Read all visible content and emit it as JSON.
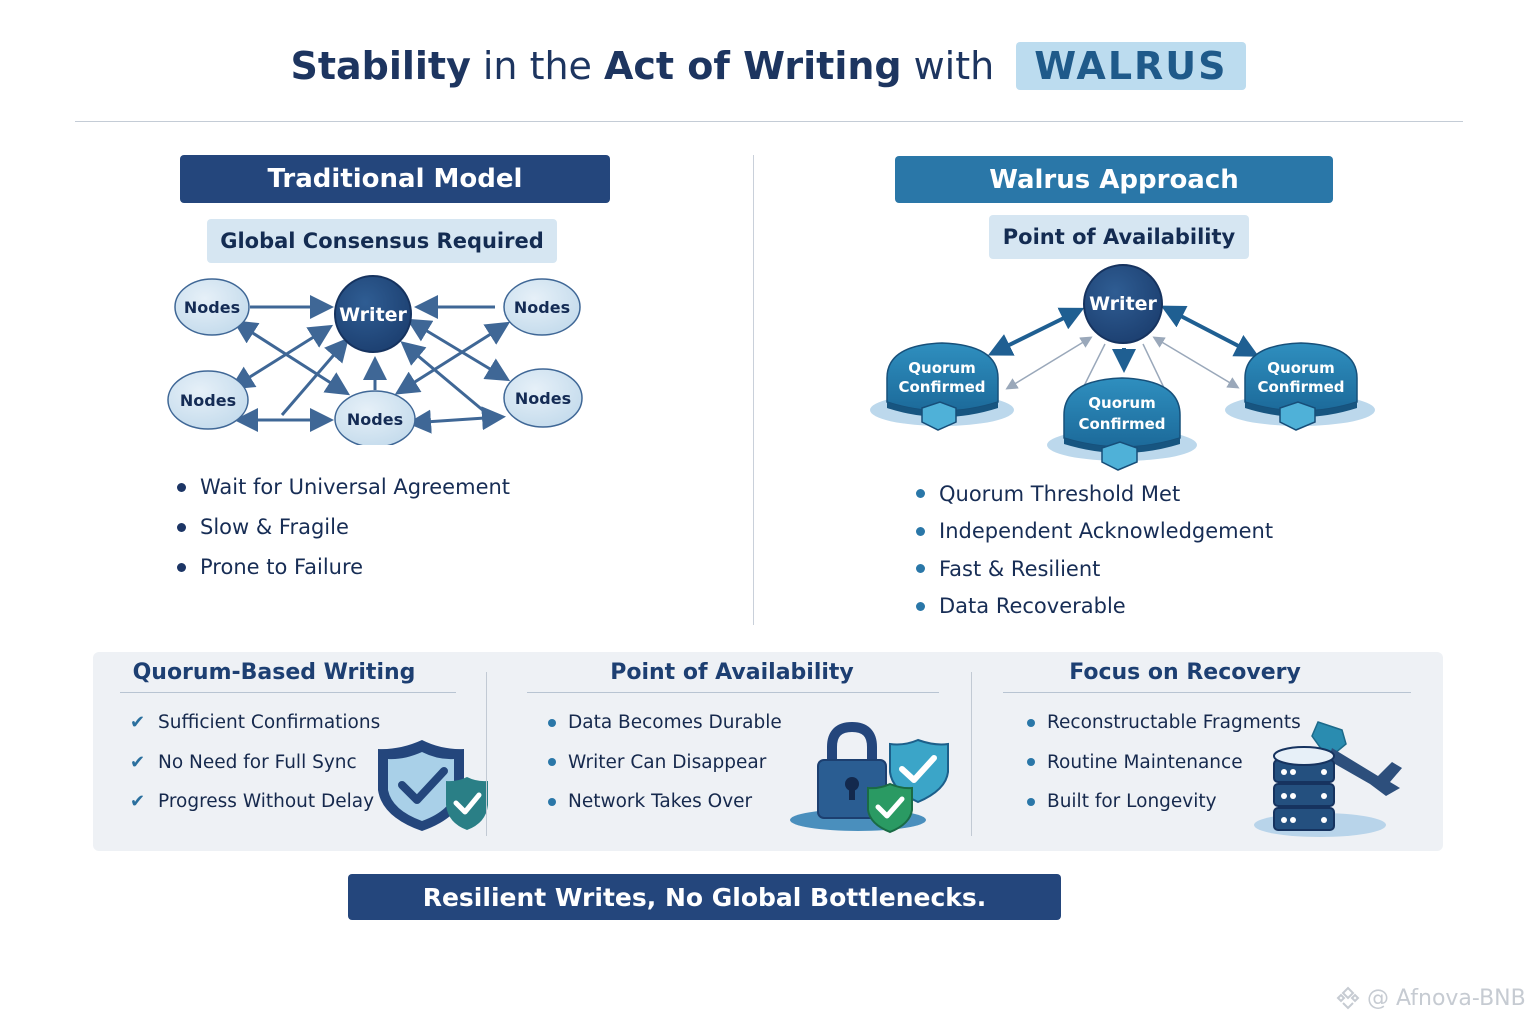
{
  "title": {
    "part1": "Stability",
    "part2": "in the",
    "part3": "Act of Writing",
    "part4": "with",
    "badge": "WALRUS"
  },
  "traditional": {
    "header": "Traditional Model",
    "subheader": "Global Consensus Required",
    "diagram": {
      "center": "Writer",
      "nodes": [
        "Nodes",
        "Nodes",
        "Nodes",
        "Nodes",
        "Nodes"
      ]
    },
    "bullets": [
      "Wait for Universal Agreement",
      "Slow & Fragile",
      "Prone to Failure"
    ]
  },
  "walrus": {
    "header": "Walrus Approach",
    "subheader": "Point of Availability",
    "diagram": {
      "center": "Writer",
      "quorums": [
        {
          "line1": "Quorum",
          "line2": "Confirmed"
        },
        {
          "line1": "Quorum",
          "line2": "Confirmed"
        },
        {
          "line1": "Quorum",
          "line2": "Confirmed"
        }
      ]
    },
    "bullets": [
      "Quorum Threshold Met",
      "Independent Acknowledgement",
      "Fast & Resilient",
      "Data Recoverable"
    ]
  },
  "bottom": {
    "columns": [
      {
        "title": "Quorum-Based Writing",
        "icon": "shield-check-icon",
        "marker": "check",
        "items": [
          "Sufficient Confirmations",
          "No Need for Full Sync",
          "Progress Without Delay"
        ]
      },
      {
        "title": "Point of Availability",
        "icon": "lock-check-icon",
        "marker": "dot",
        "items": [
          "Data Becomes Durable",
          "Writer Can Disappear",
          "Network Takes Over"
        ]
      },
      {
        "title": "Focus on Recovery",
        "icon": "database-wrench-icon",
        "marker": "dot",
        "items": [
          "Reconstructable Fragments",
          "Routine Maintenance",
          "Built for Longevity"
        ]
      }
    ]
  },
  "footer": "Resilient Writes, No Global Bottlenecks.",
  "watermark": "@ Afnova-BNB",
  "colors": {
    "navy": "#24467c",
    "teal": "#2a77a8",
    "light": "#d6e6f2",
    "green": "#2f8f6a"
  }
}
